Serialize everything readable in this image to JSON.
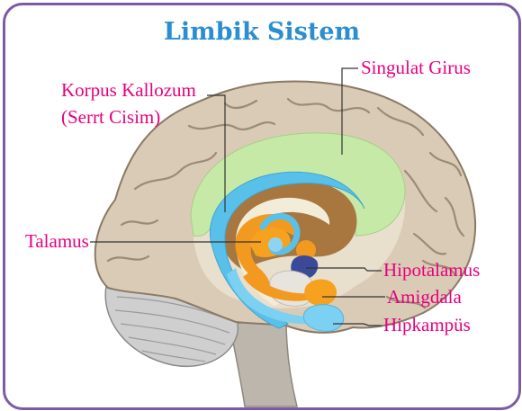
{
  "title": "Limbik Sistem",
  "colors": {
    "frame": "#7b5ca3",
    "title": "#2b8fcf",
    "label": "#e6007e",
    "leader": "#333333",
    "cingulate": "#c7e9a8",
    "corpus_callosum": "#59c0ea",
    "thalamus": "#f29a1f",
    "hypothalamus": "#3a4a98",
    "amygdala": "#f6a21e",
    "hippocampus": "#7cd0f1"
  },
  "labels": {
    "cingulate": "Singulat Girus",
    "corpus_line1": "Korpus Kallozum",
    "corpus_line2": "(Serrt Cisim)",
    "thalamus": "Talamus",
    "hypothalamus": "Hipotalamus",
    "amygdala": "Amigdala",
    "hippocampus": "Hipkampüs"
  }
}
